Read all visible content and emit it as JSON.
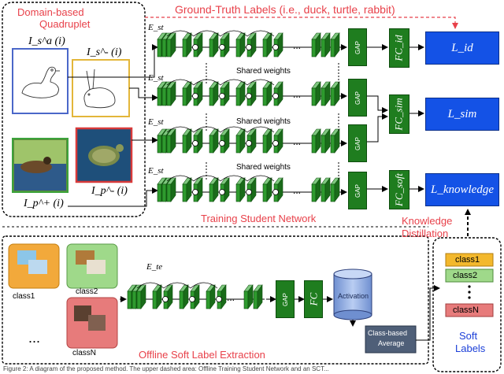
{
  "colors": {
    "accent_red": "#e8414a",
    "accent_blue": "#1b3fd8",
    "block_green": "#1f7d1f",
    "loss_blue": "#1452e6"
  },
  "quadruplet": {
    "title_line1": "Domain-based",
    "title_line2": "Quadruplet",
    "anchor_label": "I_s^a (i)",
    "neg_s_label": "I_s^- (i)",
    "pos_p_label": "I_p^+ (i)",
    "neg_p_label": "I_p^- (i)"
  },
  "top_label": "Ground-Truth Labels (i.e., duck, turtle, rabbit)",
  "branches": {
    "est_label": "E_st",
    "gap_label": "GAP",
    "shared_weights": "Shared weights"
  },
  "heads": {
    "fc_id": "FC_id",
    "fc_sim": "FC_sim",
    "fc_soft": "FC_soft"
  },
  "losses": {
    "id": "L_id",
    "sim": "L_sim",
    "knowledge": "L_knowledge"
  },
  "training_label": "Training Student Network",
  "kd_label_line1": "Knowledge",
  "kd_label_line2": "Distillation",
  "offline": {
    "te_label": "E_te",
    "classes": [
      "class1",
      "class2",
      "classN"
    ],
    "ellipsis": "...",
    "gap_label": "GAP",
    "fc_label": "FC",
    "activation_label": "Activation",
    "class_avg_line1": "Class-based",
    "class_avg_line2": "Average",
    "title": "Offline Soft Label Extraction"
  },
  "soft_labels": {
    "items": [
      "class1",
      "class2",
      "classN"
    ],
    "colors": [
      "#f3b82c",
      "#9fd98a",
      "#e77b7b"
    ],
    "title_line1": "Soft",
    "title_line2": "Labels"
  },
  "caption": "Figure 2: A diagram of the proposed method. The upper dashed area: Offline Training Student Network and an SCT..."
}
